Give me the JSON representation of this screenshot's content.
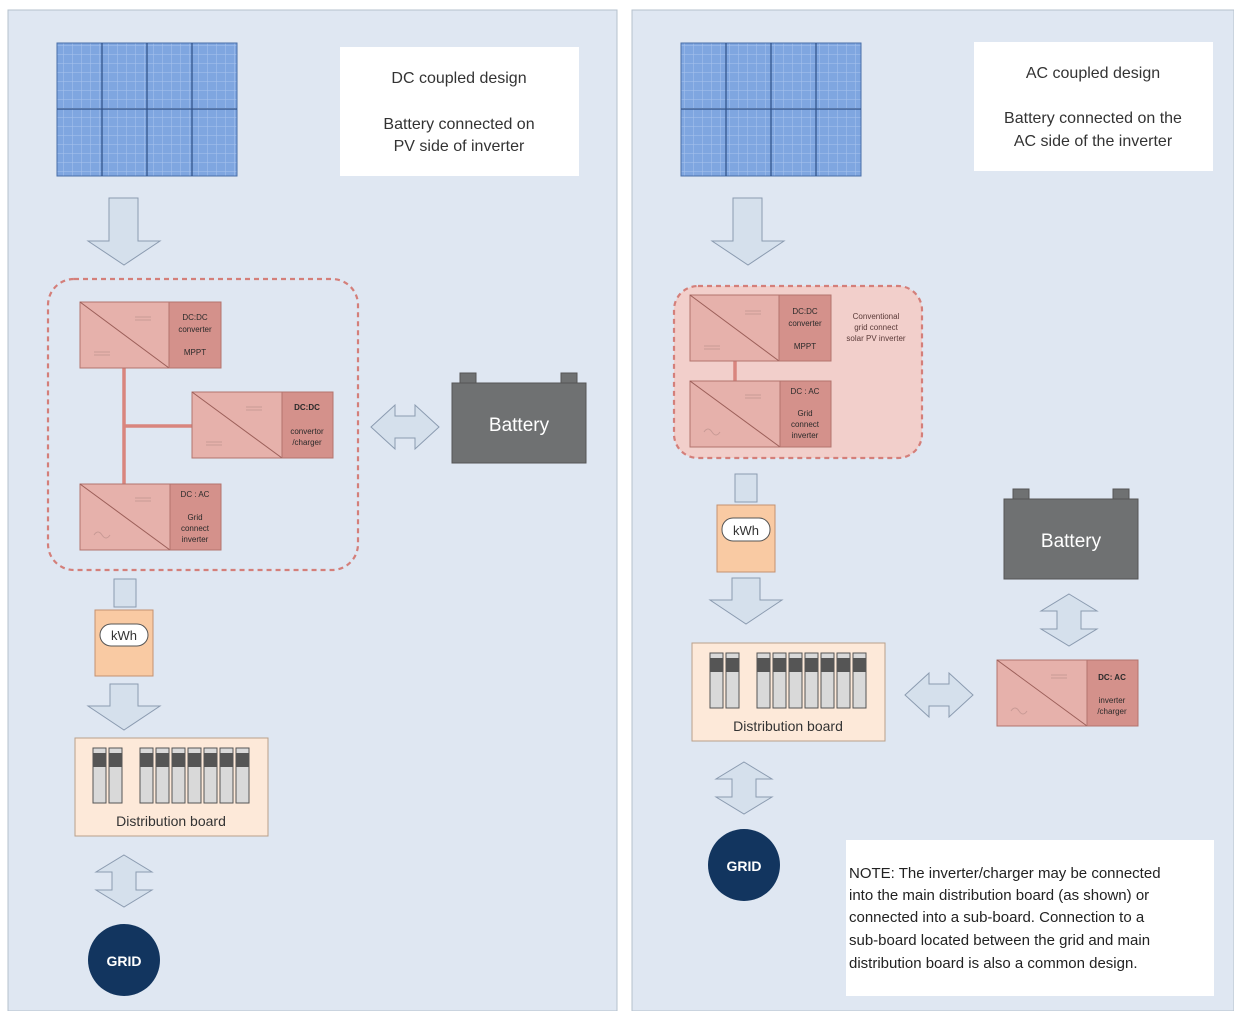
{
  "dc": {
    "title": "DC coupled design",
    "subtitle_line1": "Battery connected on",
    "subtitle_line2": "PV side of inverter",
    "conv1": {
      "line1": "DC:DC",
      "line2": "converter",
      "line3": "MPPT"
    },
    "conv2": {
      "line1": "DC:DC",
      "line2": "convertor",
      "line3": "/charger"
    },
    "conv3": {
      "line1": "DC : AC",
      "line2": "Grid",
      "line3": "connect",
      "line4": "inverter"
    },
    "battery": "Battery",
    "meter": "kWh",
    "board": "Distribution board",
    "grid": "GRID"
  },
  "ac": {
    "title": "AC coupled design",
    "subtitle_line1": "Battery connected on the",
    "subtitle_line2": "AC side of the inverter",
    "conv1": {
      "line1": "DC:DC",
      "line2": "converter",
      "line3": "MPPT"
    },
    "conv2": {
      "line1": "DC : AC",
      "line2": "Grid",
      "line3": "connect",
      "line4": "inverter"
    },
    "group_note": {
      "line1": "Conventional",
      "line2": "grid connect",
      "line3": "solar PV inverter"
    },
    "charger": {
      "line1": "DC: AC",
      "line2": "inverter",
      "line3": "/charger"
    },
    "battery": "Battery",
    "meter": "kWh",
    "board": "Distribution board",
    "grid": "GRID",
    "note": [
      "NOTE:  The inverter/charger may be connected",
      "into the main distribution board (as shown) or",
      "connected into a sub-board.  Connection to a",
      "sub-board located between the grid and main",
      "distribution board is also a common design."
    ]
  },
  "colors": {
    "panel_bg": "#dfe7f2",
    "solar": "#7fa6e0",
    "converter": "#e6b1ab",
    "converter_label": "#d4918b",
    "battery": "#6f7172",
    "grid": "#12355f",
    "meter": "#f9caa3",
    "board": "#fde9d9",
    "arrow": "#d5e0ec"
  }
}
